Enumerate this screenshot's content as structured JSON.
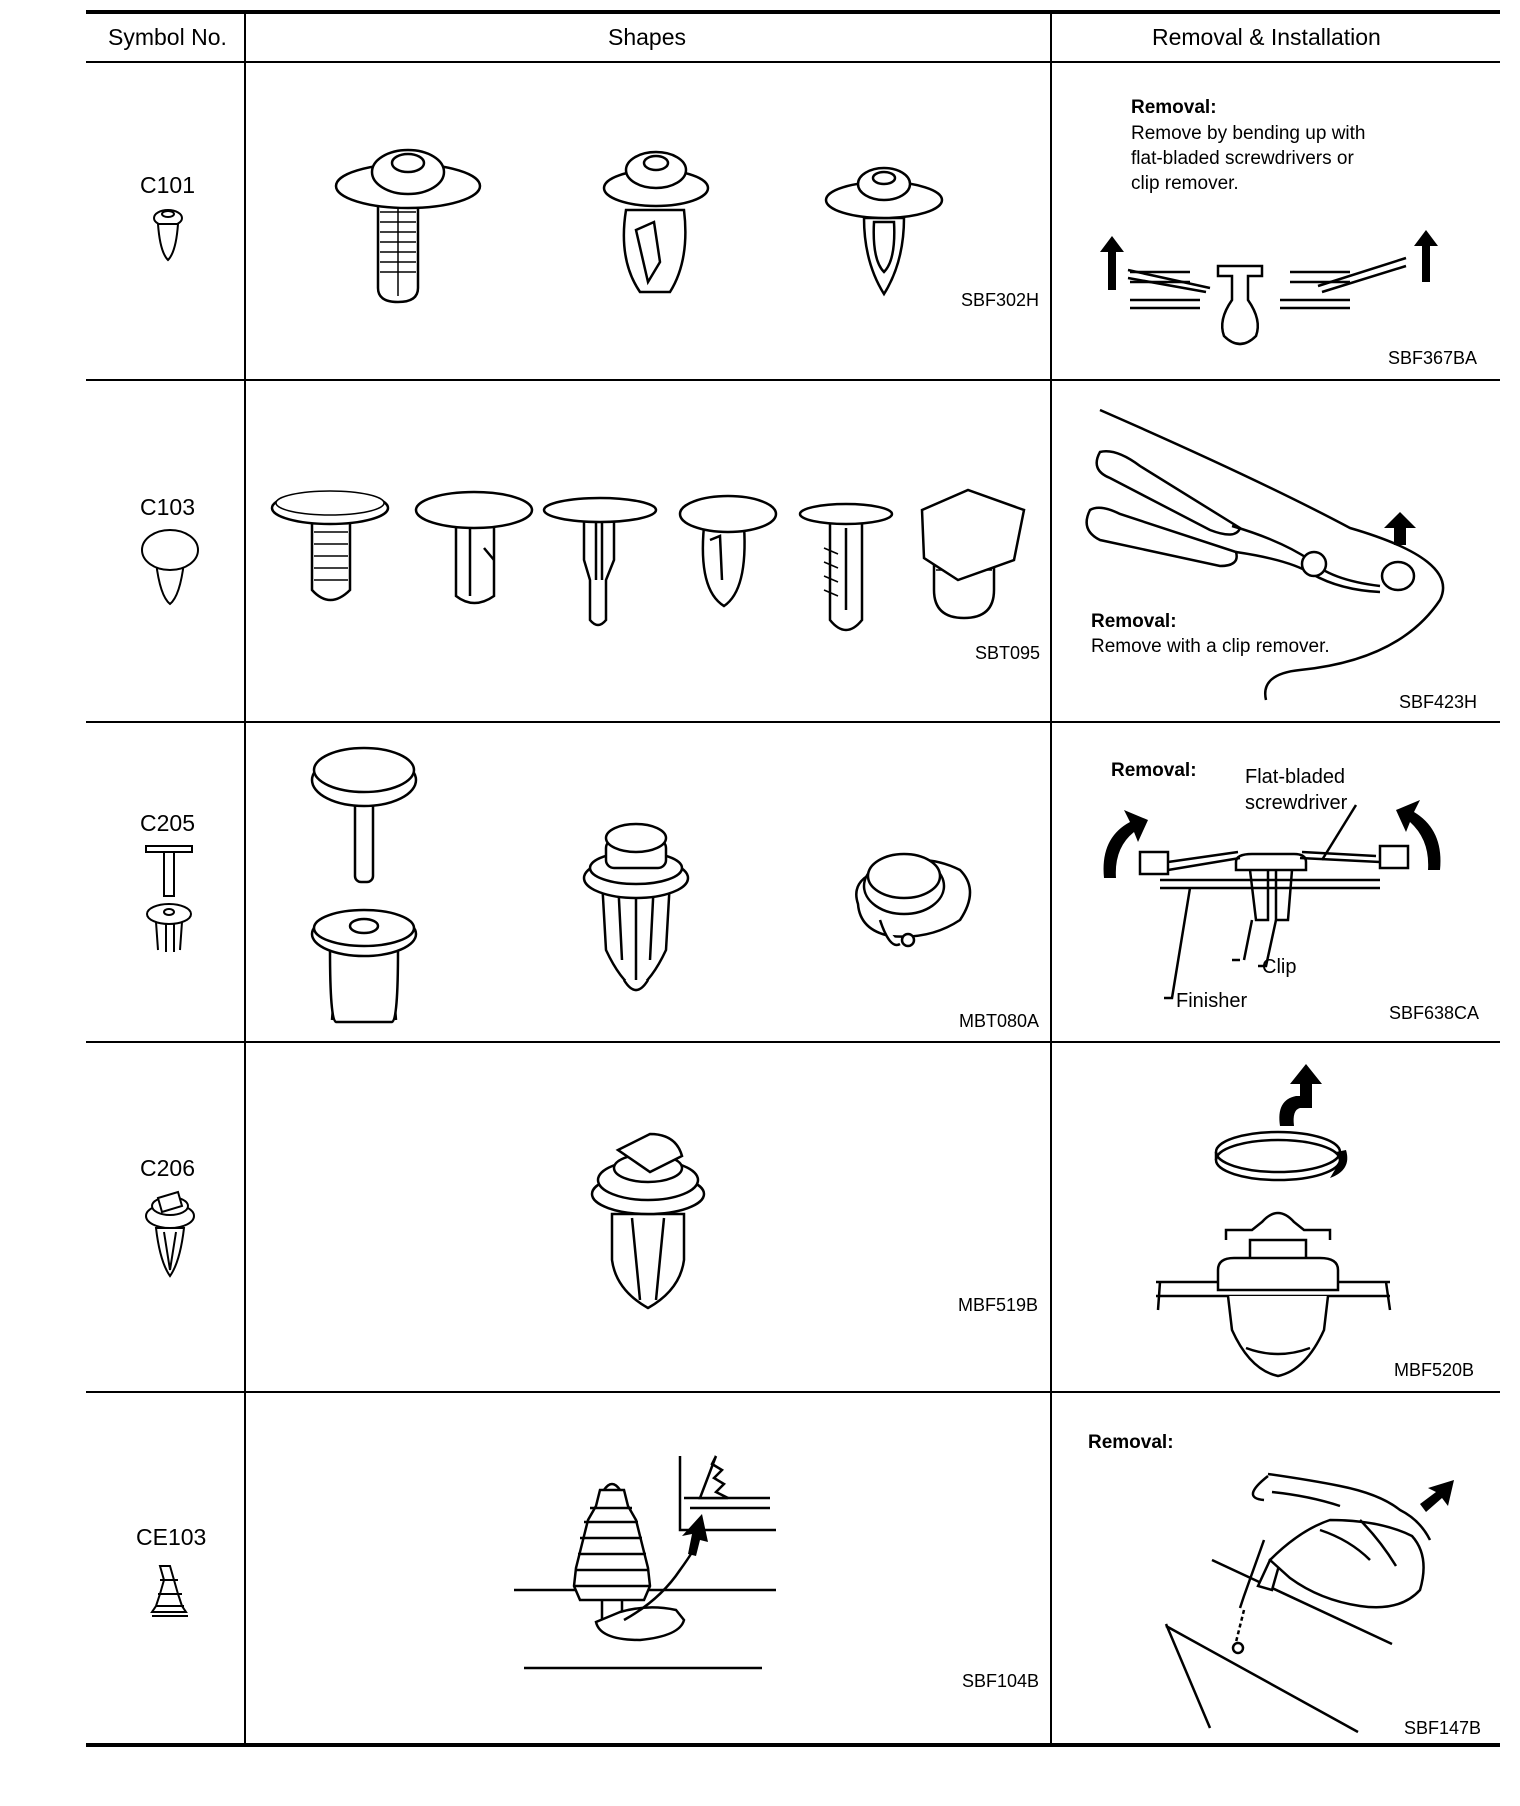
{
  "headers": {
    "symbol": "Symbol No.",
    "shapes": "Shapes",
    "removal": "Removal & Installation"
  },
  "rows": [
    {
      "symbol": "C101",
      "shape_code": "SBF302H",
      "removal_code": "SBF367BA",
      "removal_title": "Removal:",
      "removal_text": [
        "Remove by bending up with",
        "flat-bladed screwdrivers or",
        "clip remover."
      ]
    },
    {
      "symbol": "C103",
      "shape_code": "SBT095",
      "removal_code": "SBF423H",
      "removal_title": "Removal:",
      "removal_text": [
        "Remove with a clip remover."
      ]
    },
    {
      "symbol": "C205",
      "shape_code": "MBT080A",
      "removal_code": "SBF638CA",
      "removal_title": "Removal:",
      "labels": {
        "tool_line1": "Flat-bladed",
        "tool_line2": "screwdriver",
        "clip": "Clip",
        "finisher": "Finisher"
      }
    },
    {
      "symbol": "C206",
      "shape_code": "MBF519B",
      "removal_code": "MBF520B"
    },
    {
      "symbol": "CE103",
      "shape_code": "SBF104B",
      "removal_code": "SBF147B",
      "removal_title": "Removal:"
    }
  ]
}
